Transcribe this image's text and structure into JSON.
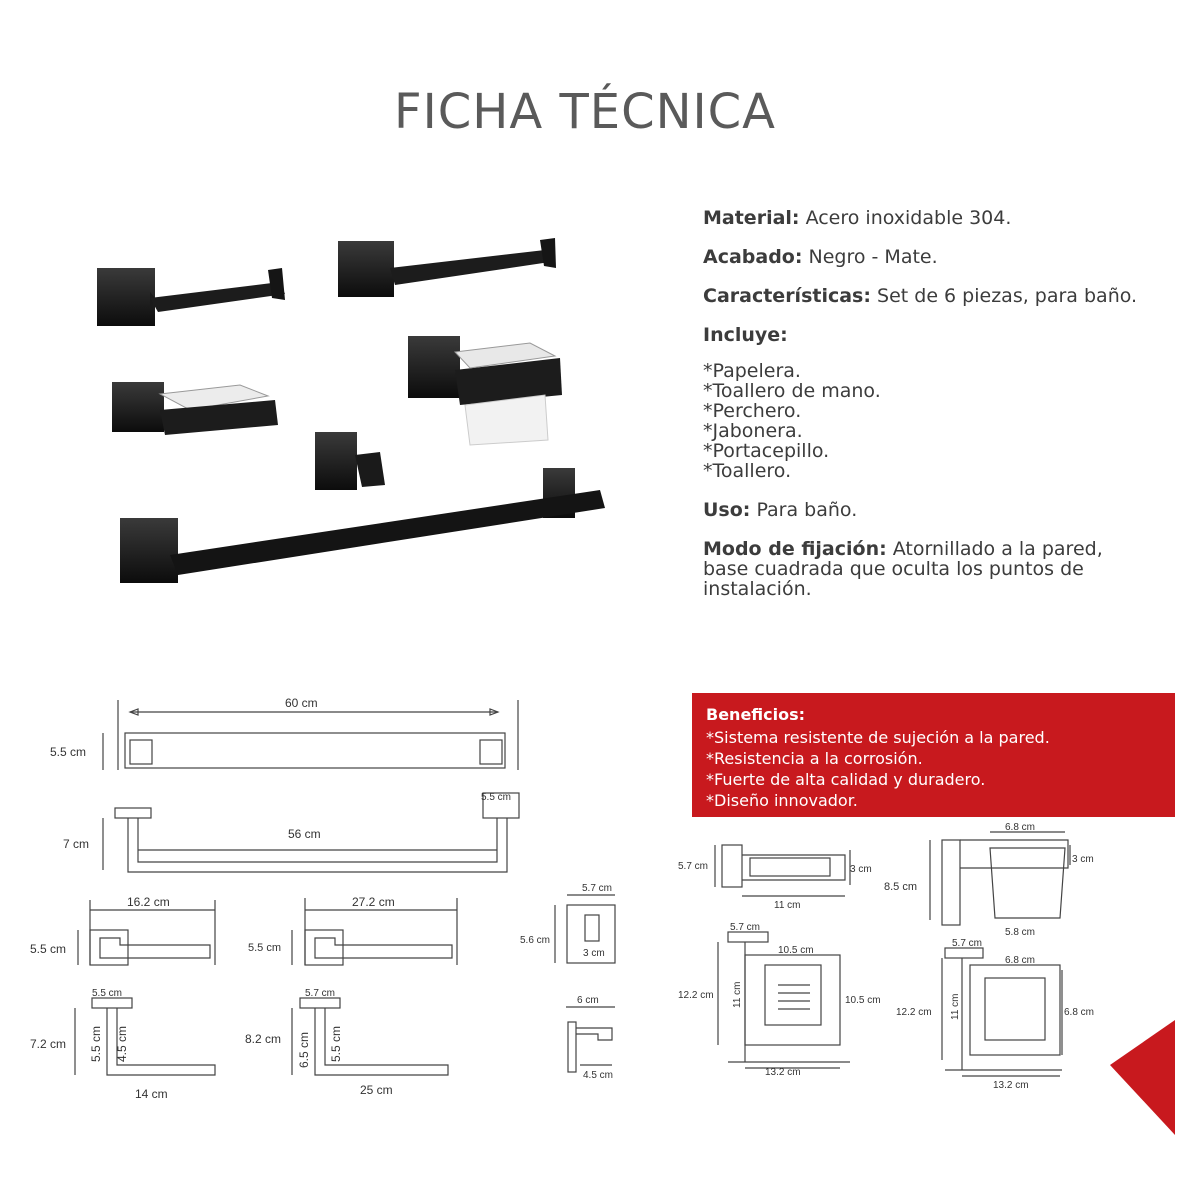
{
  "title": "FICHA TÉCNICA",
  "specs": {
    "material_label": "Material:",
    "material_value": "Acero inoxidable 304.",
    "acabado_label": "Acabado:",
    "acabado_value": "Negro - Mate.",
    "caracteristicas_label": "Características:",
    "caracteristicas_value": "Set de 6 piezas, para baño.",
    "incluye_label": "Incluye:",
    "incluye_items": [
      "*Papelera.",
      "*Toallero de mano.",
      "*Perchero.",
      "*Jabonera.",
      "*Portacepillo.",
      "*Toallero."
    ],
    "uso_label": "Uso:",
    "uso_value": "Para baño.",
    "fijacion_label": "Modo de fijación:",
    "fijacion_value": "Atornillado  a la pared, base cuadrada que oculta los puntos de instalación."
  },
  "benefits": {
    "title": "Beneficios:",
    "items": [
      "*Sistema resistente de sujeción a la pared.",
      "*Resistencia a la corrosión.",
      "*Fuerte de alta calidad y duradero.",
      "*Diseño innovador."
    ]
  },
  "dimensions": {
    "towel_bar_top": {
      "length": "60 cm",
      "height": "5.5 cm"
    },
    "towel_bar_side": {
      "inner": "56 cm",
      "depth": "7 cm",
      "base": "5.5 cm"
    },
    "ring_small": {
      "width": "16.2 cm",
      "height": "5.5 cm"
    },
    "ring_large": {
      "width": "27.2 cm",
      "height": "5.5 cm"
    },
    "hook_front": {
      "width": "5.7 cm",
      "height": "5.6 cm",
      "inner": "3 cm"
    },
    "holder_small_side": {
      "base": "5.5 cm",
      "total": "7.2 cm",
      "h1": "5.5 cm",
      "h2": "4.5 cm",
      "length": "14 cm"
    },
    "holder_large_side": {
      "base": "5.7 cm",
      "total": "8.2 cm",
      "h1": "6.5 cm",
      "h2": "5.5 cm",
      "length": "25 cm"
    },
    "hook_side": {
      "width": "6 cm",
      "depth": "4.5 cm"
    },
    "soap_side": {
      "height": "5.7 cm",
      "depth": "3 cm",
      "width": "11 cm"
    },
    "cup_side": {
      "top": "6.8 cm",
      "depth": "3 cm",
      "height": "8.5 cm",
      "bottom": "5.8 cm"
    },
    "soap_top": {
      "base": "5.7 cm",
      "dish": "10.5 cm",
      "side": "10.5 cm",
      "total": "12.2 cm",
      "inner": "11 cm",
      "length": "13.2 cm"
    },
    "cup_top": {
      "base": "5.7 cm",
      "ring": "6.8 cm",
      "side": "6.8 cm",
      "total": "12.2 cm",
      "inner": "11 cm",
      "length": "13.2 cm"
    }
  }
}
